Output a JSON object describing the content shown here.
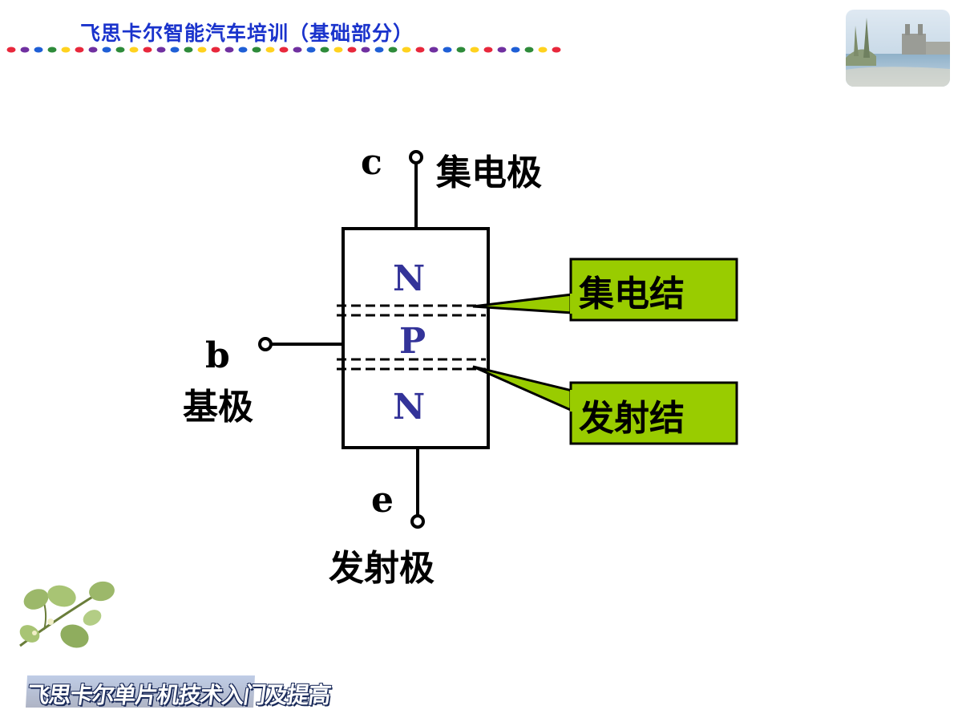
{
  "header": {
    "title": "飞思卡尔智能汽车培训（基础部分）",
    "dot_colors": [
      "#e8283c",
      "#7030a0",
      "#1f5fd6",
      "#2e8b3a",
      "#ffd21f"
    ]
  },
  "diagram": {
    "collector": {
      "letter": "c",
      "label": "集电极"
    },
    "base": {
      "letter": "b",
      "label": "基极"
    },
    "emitter": {
      "letter": "e",
      "label": "发射极"
    },
    "regions": [
      "N",
      "P",
      "N"
    ],
    "callouts": {
      "collector_junction": "集电结",
      "emitter_junction": "发射结"
    },
    "colors": {
      "region_text": "#333399",
      "callout_fill": "#99cc00"
    }
  },
  "footer": {
    "banner": "飞思卡尔单片机技术入门及提高"
  },
  "decor": {
    "photo_icon": "river-landscape-photo",
    "plant_icon": "leafy-branch-illustration"
  }
}
